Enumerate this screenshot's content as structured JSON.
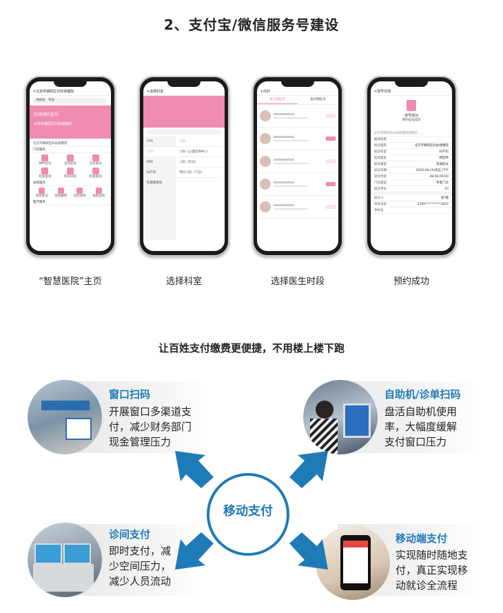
{
  "title": "2、支付宝/微信服务号建设",
  "captions": [
    "“智慧医院”主页",
    "选择科室",
    "选择医生时段",
    "预约成功"
  ],
  "phone1": {
    "header": "北京市朝阳区妇幼保健院",
    "search": "请搜索、筛选",
    "banner_line1": "在线预约挂号",
    "banner_line2": "北京市朝阳区妇幼保健院",
    "hospital": "北京市朝阳区妇幼保健院",
    "section1": "门诊服务",
    "section2": "住院服务",
    "section3": "医疗服务",
    "tiles1": [
      "预约挂号",
      "当日挂号",
      "当日候诊",
      "检验查询",
      "院内导航",
      "检查查询"
    ],
    "tiles2": [
      "住院登记",
      "住院缴费",
      "住院清单",
      "住院出院"
    ]
  },
  "phone2": {
    "header": "选择科室",
    "left": [
      "产科",
      "儿科",
      "妇科",
      "妇产科",
      "乳腺康复科"
    ],
    "right": [
      "儿科",
      "儿科（心理咨询中心）",
      "儿科（急诊）",
      "特诊儿科（门诊）"
    ]
  },
  "phone3": {
    "header": "内科",
    "tabs": [
      "按日期挂号",
      "按日期挂号"
    ]
  },
  "phone4": {
    "header": "挂号详情",
    "status": "挂号成功",
    "status_sub": "预约挂号成功",
    "notice": "北京市朝阳区妇幼保健院提醒您……",
    "info_title": "挂号信息",
    "fields": [
      {
        "k": "就诊医院",
        "v": "北京市朝阳区妇幼保健院"
      },
      {
        "k": "就诊科室",
        "v": "妇产科"
      },
      {
        "k": "挂号医生",
        "v": "韩团伟"
      },
      {
        "k": "挂号类型",
        "v": "普通挂号"
      },
      {
        "k": "就诊日期",
        "v": "2018-08-20(周五)下午"
      },
      {
        "k": "就诊时段",
        "v": "08:00-09:00"
      },
      {
        "k": "门诊类型",
        "v": "专家门诊"
      },
      {
        "k": "就诊序号",
        "v": "10"
      }
    ],
    "person": [
      {
        "k": "就诊人",
        "v": "张*敏"
      },
      {
        "k": "身份证号",
        "v": "2309**********3822"
      },
      {
        "k": "手机号",
        "v": ""
      }
    ]
  },
  "subtitle": "让百姓支付缴费更便捷，不用楼上楼下跑",
  "center": "移动支付",
  "features": [
    {
      "title": "窗口扫码",
      "lines": [
        "开展窗口多渠道支",
        "付，减少财务部门",
        "现金管理压力"
      ]
    },
    {
      "title": "自助机/诊单扫码",
      "lines": [
        "盘活自助机使用",
        "率，大幅度缓解",
        "支付窗口压力"
      ]
    },
    {
      "title": "诊间支付",
      "lines": [
        "即时支付，减",
        "少空间压力，",
        "减少人员流动"
      ]
    },
    {
      "title": "移动端支付",
      "lines": [
        "实现随时随地支",
        "付，真正实现移",
        "动就诊全流程"
      ]
    }
  ],
  "colors": {
    "accent": "#1f7ab8",
    "pink": "#f08bb3"
  }
}
